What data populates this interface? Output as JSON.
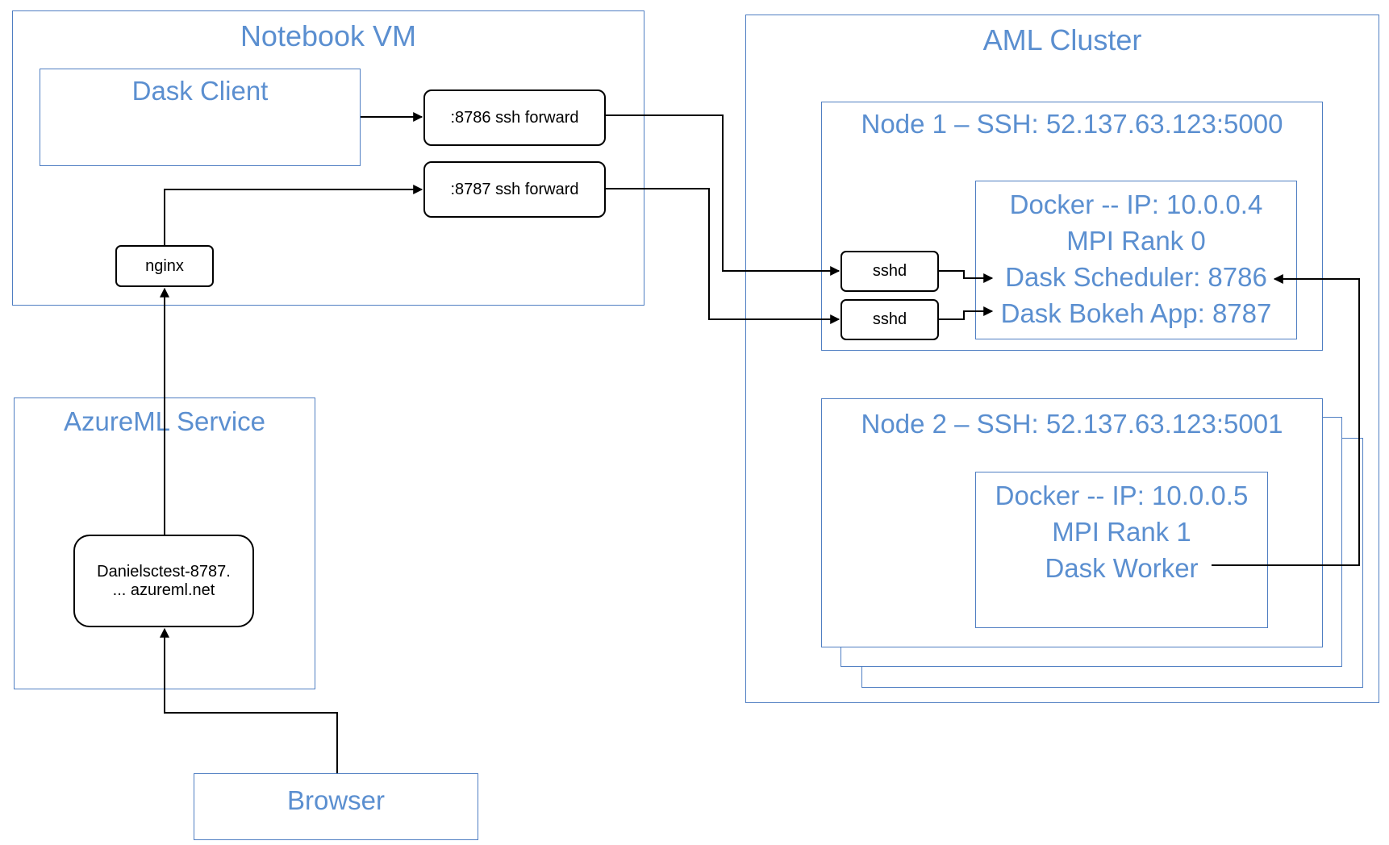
{
  "notebook_vm": {
    "title": "Notebook VM",
    "dask_client": "Dask Client",
    "forward_8786": ":8786 ssh forward",
    "forward_8787": ":8787 ssh forward",
    "nginx": "nginx"
  },
  "azureml_service": {
    "title": "AzureML Service",
    "endpoint_line1": "Danielsctest-8787.",
    "endpoint_line2": "... azureml.net"
  },
  "browser": {
    "label": "Browser"
  },
  "aml_cluster": {
    "title": "AML Cluster",
    "node1": {
      "title": "Node 1 – SSH: 52.137.63.123:5000",
      "sshd_1": "sshd",
      "sshd_2": "sshd",
      "docker_line1": "Docker --  IP: 10.0.0.4",
      "docker_line2": "MPI Rank 0",
      "docker_line3": "Dask Scheduler: 8786",
      "docker_line4": "Dask Bokeh App: 8787"
    },
    "node2": {
      "title": "Node 2 – SSH: 52.137.63.123:5001",
      "docker_line1": "Docker -- IP: 10.0.0.5",
      "docker_line2": "MPI Rank 1",
      "docker_line3": "Dask Worker"
    }
  },
  "colors": {
    "box_border": "#4f7ec2",
    "text_blue": "#5b8fd0",
    "connector": "#000000"
  }
}
